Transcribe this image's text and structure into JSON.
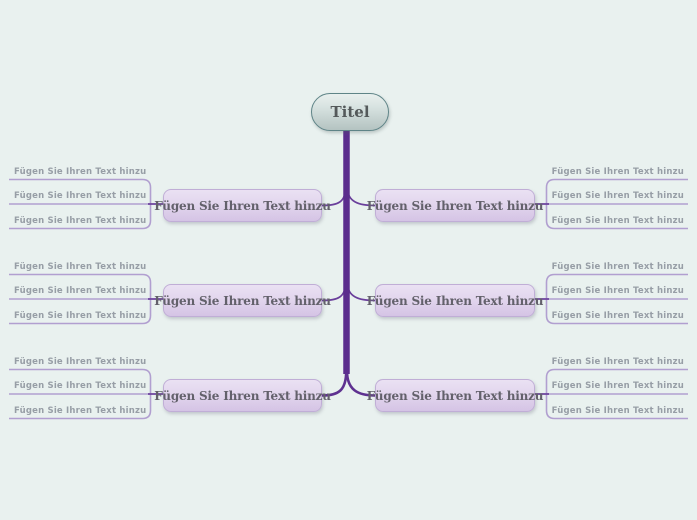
{
  "title_node": {
    "label": "Titel"
  },
  "branches": {
    "left": [
      {
        "label": "Fügen Sie Ihren Text hinzu",
        "leaves": [
          "Fügen Sie Ihren Text hinzu",
          "Fügen Sie Ihren Text hinzu",
          "Fügen Sie Ihren Text hinzu"
        ]
      },
      {
        "label": "Fügen Sie Ihren Text hinzu",
        "leaves": [
          "Fügen Sie Ihren Text hinzu",
          "Fügen Sie Ihren Text hinzu",
          "Fügen Sie Ihren Text hinzu"
        ]
      },
      {
        "label": "Fügen Sie Ihren Text hinzu",
        "leaves": [
          "Fügen Sie Ihren Text hinzu",
          "Fügen Sie Ihren Text hinzu",
          "Fügen Sie Ihren Text hinzu"
        ]
      }
    ],
    "right": [
      {
        "label": "Fügen Sie Ihren Text hinzu",
        "leaves": [
          "Fügen Sie Ihren Text hinzu",
          "Fügen Sie Ihren Text hinzu",
          "Fügen Sie Ihren Text hinzu"
        ]
      },
      {
        "label": "Fügen Sie Ihren Text hinzu",
        "leaves": [
          "Fügen Sie Ihren Text hinzu",
          "Fügen Sie Ihren Text hinzu",
          "Fügen Sie Ihren Text hinzu"
        ]
      },
      {
        "label": "Fügen Sie Ihren Text hinzu",
        "leaves": [
          "Fügen Sie Ihren Text hinzu",
          "Fügen Sie Ihren Text hinzu",
          "Fügen Sie Ihren Text hinzu"
        ]
      }
    ]
  },
  "colors": {
    "background": "#e9f1ef",
    "trunk": "#5b2d8d",
    "branch_connector": "#6a3f9b",
    "leaf_line": "#b19fd0",
    "leaf_line_dark": "#6f479f",
    "topic_fill_top": "#eae1f3",
    "topic_fill_bottom": "#d5c4e5",
    "topic_border": "#c0aed6",
    "topic_text": "#63616b",
    "title_fill_top": "#e9f0ee",
    "title_fill_bottom": "#b4c3c1",
    "title_border": "#5f8487",
    "title_text": "#54595a",
    "leaf_text": "#979ea6"
  }
}
